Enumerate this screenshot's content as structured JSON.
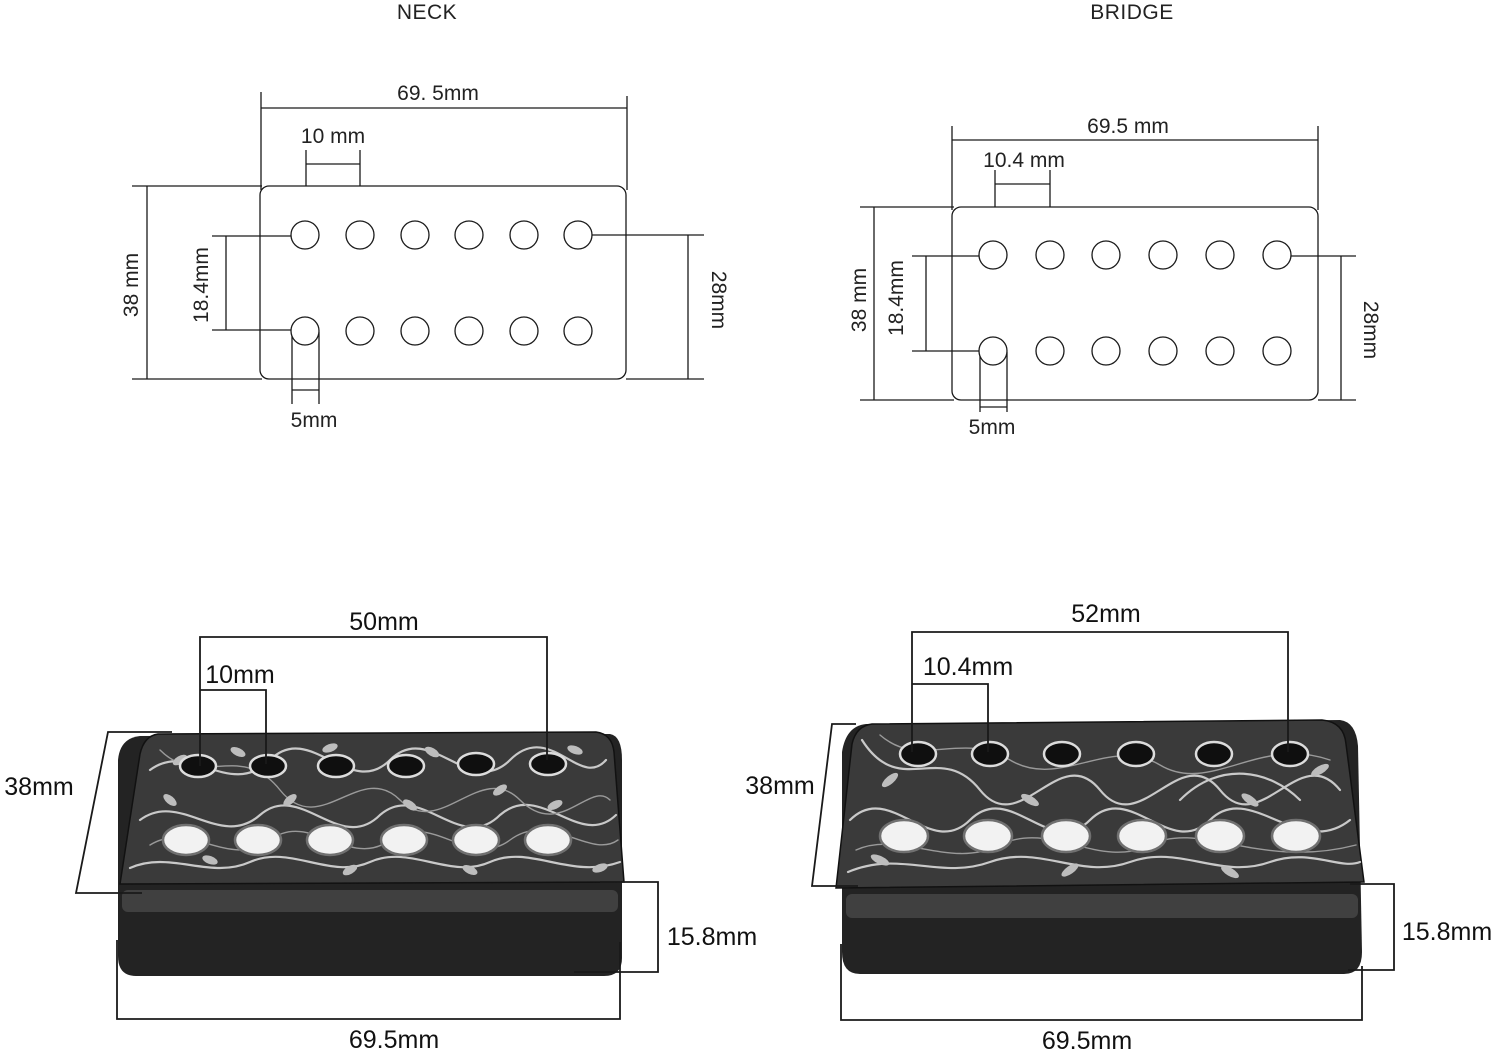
{
  "diagrams": {
    "neck": {
      "title": "NECK",
      "width_label": "69. 5mm",
      "spacing_label": "10 mm",
      "height_label": "38 mm",
      "row_gap_label": "18.4mm",
      "side_label": "28mm",
      "hole_label": "5mm"
    },
    "bridge": {
      "title": "BRIDGE",
      "width_label": "69.5 mm",
      "spacing_label": "10.4 mm",
      "height_label": "38 mm",
      "row_gap_label": "18.4mm",
      "side_label": "28mm",
      "hole_label": "5mm"
    }
  },
  "covers": {
    "neck": {
      "span_label": "50mm",
      "spacing_label": "10mm",
      "depth_label": "38mm",
      "height_label": "15.8mm",
      "length_label": "69.5mm"
    },
    "bridge": {
      "span_label": "52mm",
      "spacing_label": "10.4mm",
      "depth_label": "38mm",
      "height_label": "15.8mm",
      "length_label": "69.5mm"
    }
  },
  "colors": {
    "line": "#1a1a1a",
    "cover_metal": "#232323",
    "cover_pattern": "#c9c9c9"
  }
}
